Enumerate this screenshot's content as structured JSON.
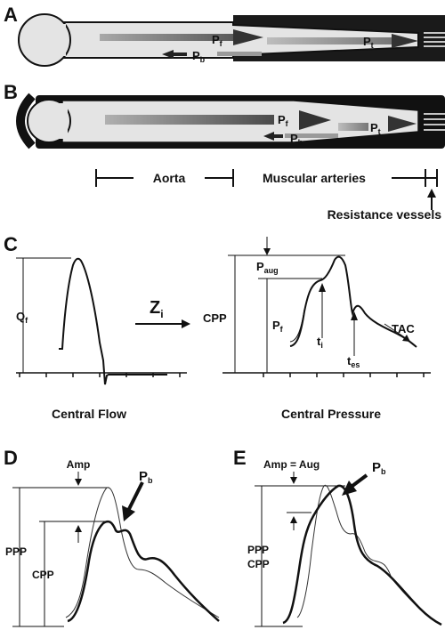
{
  "panels": {
    "a": "A",
    "b": "B",
    "c": "C",
    "d": "D",
    "e": "E"
  },
  "vessel": {
    "pf": "P",
    "pf_sub": "f",
    "pb": "P",
    "pb_sub": "b",
    "pt": "P",
    "pt_sub": "t"
  },
  "segments": {
    "aorta": "Aorta",
    "muscular": "Muscular arteries",
    "resistance": "Resistance vessels"
  },
  "panel_c": {
    "qf": "Q",
    "qf_sub": "f",
    "zi": "Z",
    "zi_sub": "i",
    "cpp": "CPP",
    "paug": "P",
    "paug_sub": "aug",
    "pf": "P",
    "pf_sub": "f",
    "ti": "t",
    "ti_sub": "i",
    "tes": "t",
    "tes_sub": "es",
    "tac": "TAC",
    "flow_caption": "Central Flow",
    "pressure_caption": "Central Pressure"
  },
  "panel_d": {
    "amp": "Amp",
    "pb": "P",
    "pb_sub": "b",
    "ppp": "PPP",
    "cpp": "CPP"
  },
  "panel_e": {
    "amp_aug": "Amp = Aug",
    "pb": "P",
    "pb_sub": "b",
    "ppp": "PPP",
    "cpp": "CPP"
  }
}
